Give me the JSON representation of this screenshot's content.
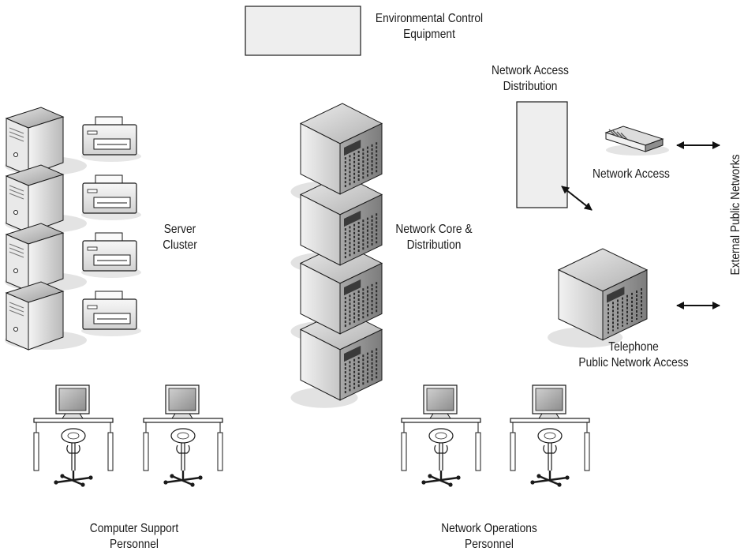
{
  "labels": {
    "environmental": [
      "Environmental Control",
      "Equipment"
    ],
    "network_access_distribution": [
      "Network Access",
      "Distribution"
    ],
    "network_access": "Network Access",
    "external_public_networks": "External Public Networks",
    "server_cluster": [
      "Server",
      "Cluster"
    ],
    "network_core": [
      "Network Core &",
      "Distribution"
    ],
    "telephone": [
      "Telephone",
      "Public Network Access"
    ],
    "computer_support": [
      "Computer Support",
      "Personnel"
    ],
    "network_operations": [
      "Network Operations",
      "Personnel"
    ]
  },
  "icons": [
    "server-tower-icon",
    "printer-icon",
    "rack-cabinet-icon",
    "router-icon",
    "monitor-icon",
    "desk-icon",
    "office-chair-icon",
    "double-arrow-icon"
  ],
  "colors": {
    "stroke": "#1a1a1a",
    "shadow": "#e2e2e2",
    "box_fill": "#eeeeee"
  }
}
